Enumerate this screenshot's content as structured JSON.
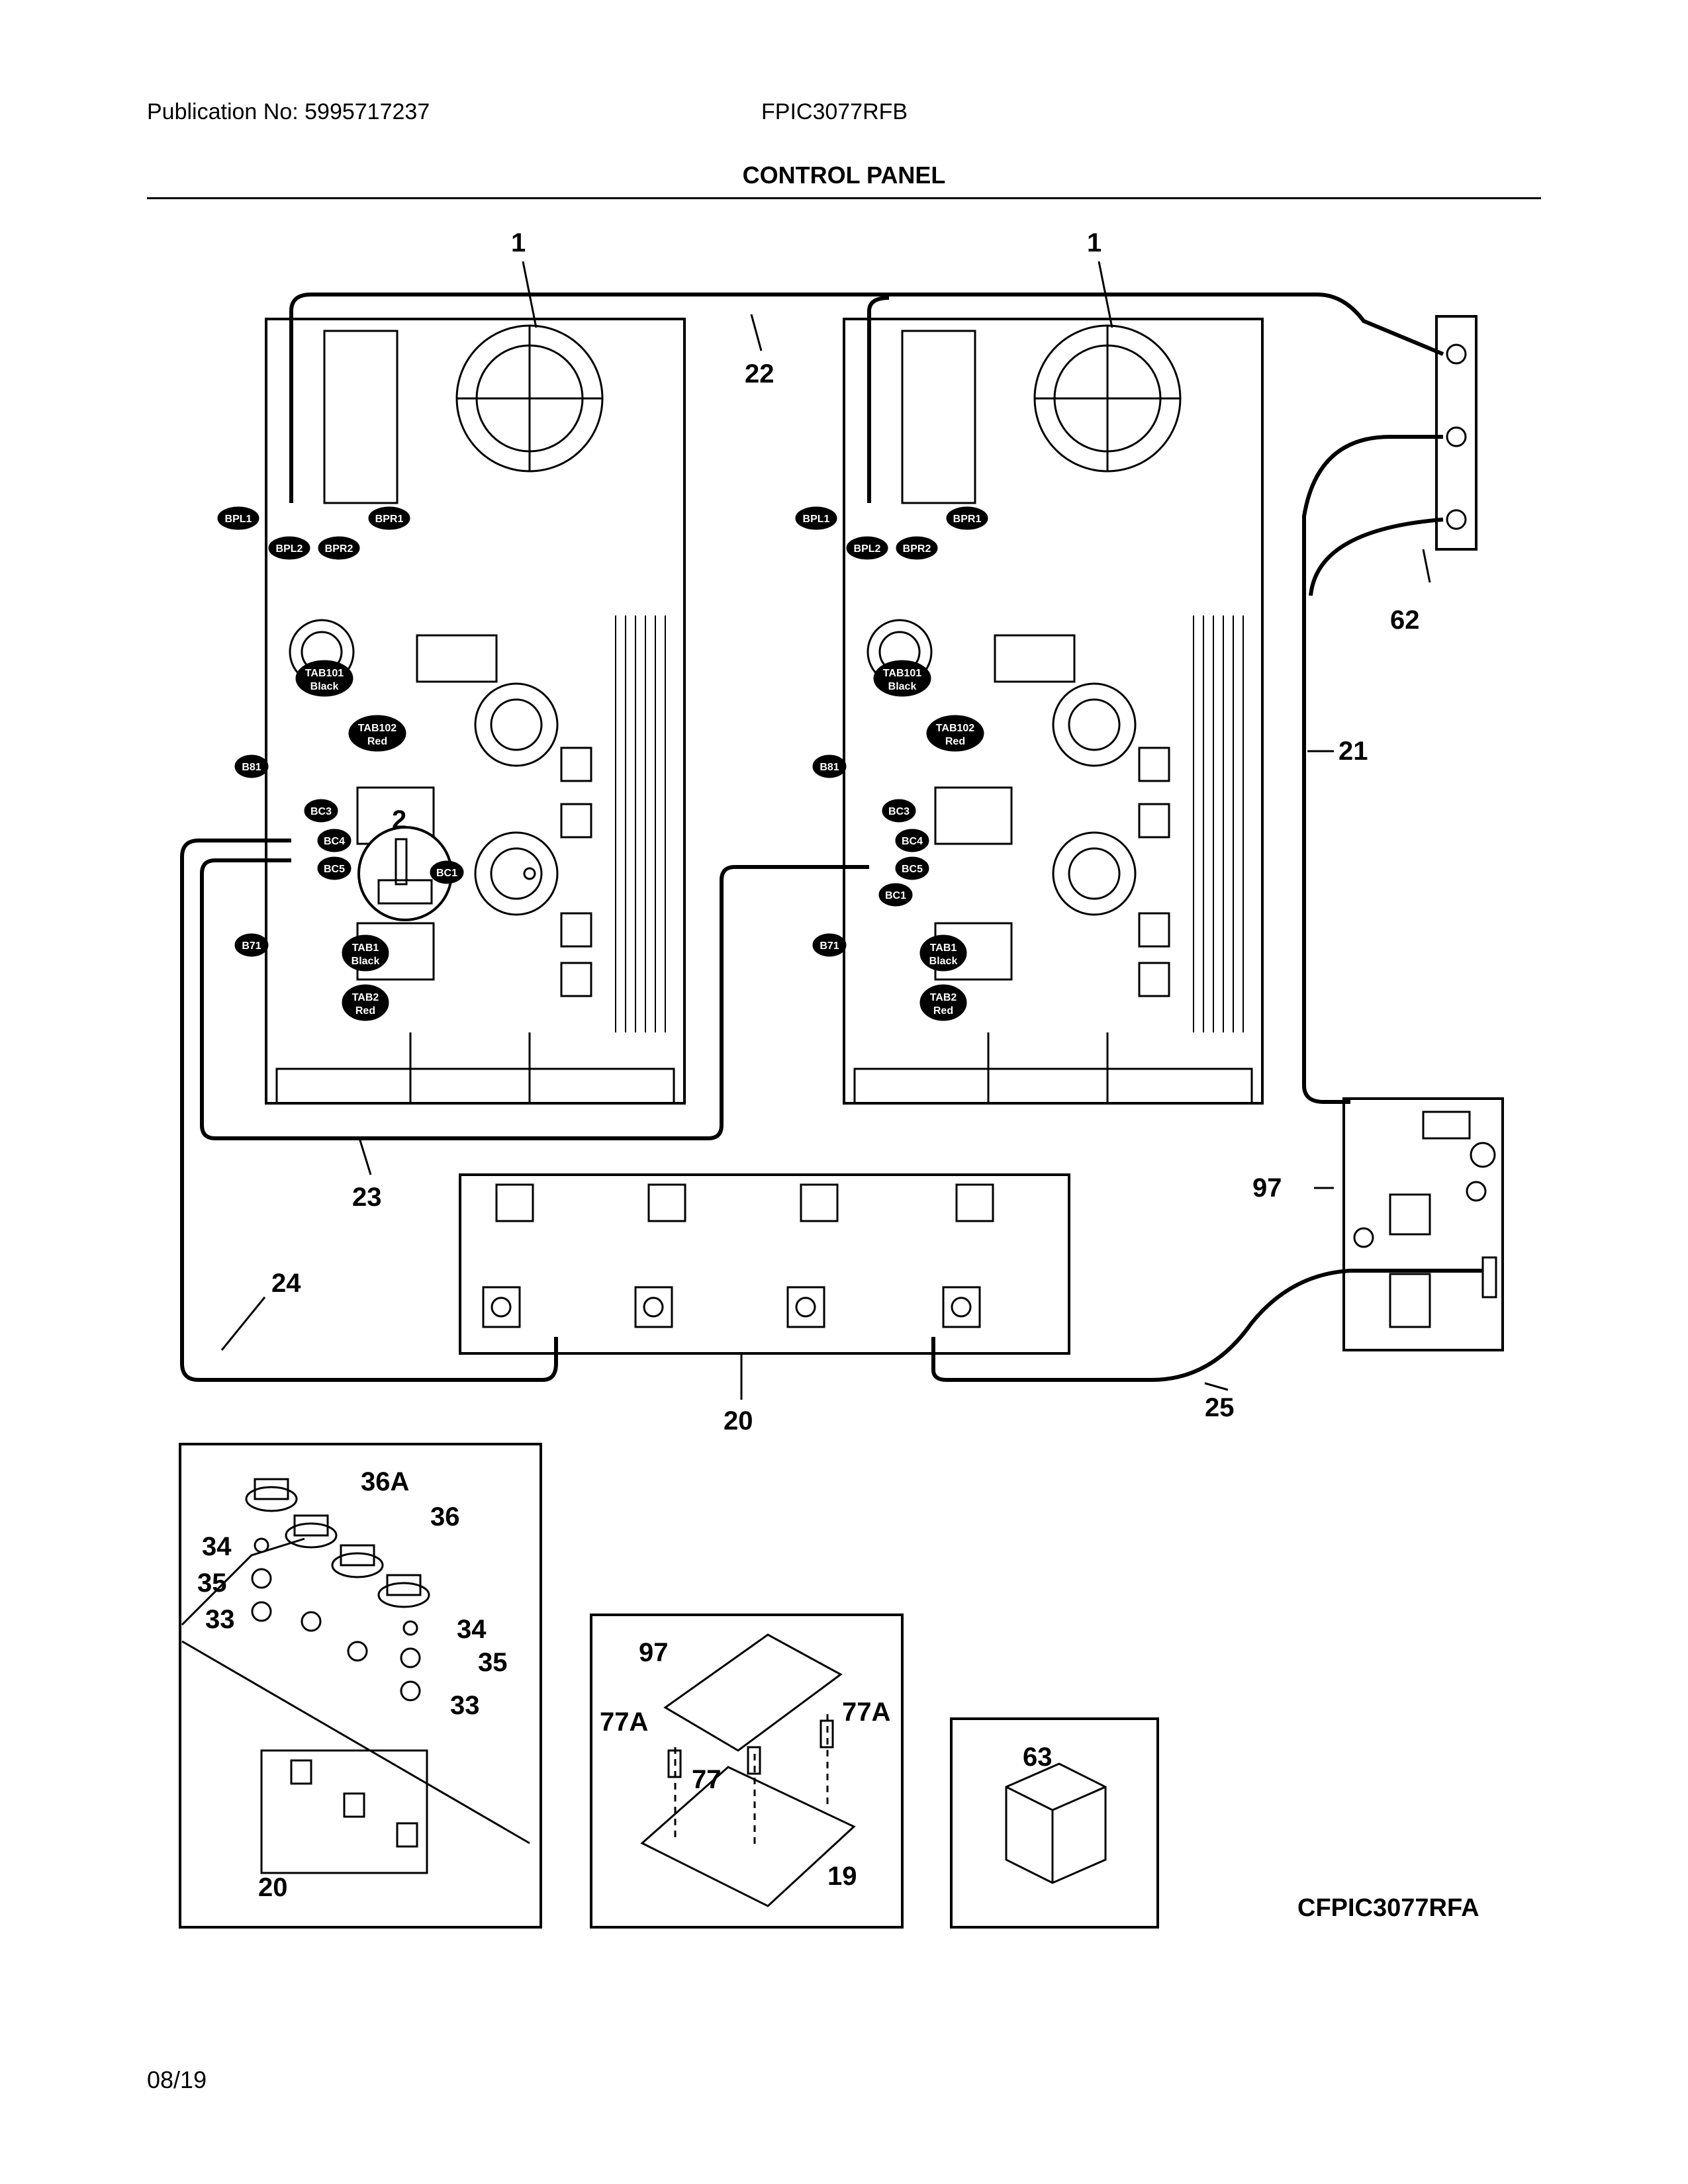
{
  "header": {
    "publication": "Publication No: 5995717237",
    "model": "FPIC3077RFB",
    "section_title": "CONTROL PANEL"
  },
  "footer": {
    "date": "08/19",
    "diagram_code": "CFPIC3077RFA"
  },
  "callouts": {
    "board_left": "1",
    "board_right": "1",
    "harness_top": "22",
    "filter_bank": "62",
    "harness_right": "21",
    "interface_board": "97",
    "harness_23": "23",
    "harness_24": "24",
    "harness_25": "25",
    "control_board": "20",
    "inset_c2": "2",
    "knob_36a": "36A",
    "knob_36": "36",
    "part_34_a": "34",
    "part_35_a": "35",
    "part_33_a": "33",
    "part_34_b": "34",
    "part_35_b": "35",
    "part_33_b": "33",
    "inset_20": "20",
    "inset_97": "97",
    "standoff_77a_l": "77A",
    "standoff_77a_r": "77A",
    "standoff_77": "77",
    "bracket_19": "19",
    "ferrite_63": "63"
  },
  "connector_tags": {
    "bpl1": "BPL1",
    "bpl2": "BPL2",
    "bpr1": "BPR1",
    "bpr2": "BPR2",
    "tab101": "TAB101",
    "tab101_color": "Black",
    "tab102": "TAB102",
    "tab102_color": "Red",
    "b81": "B81",
    "bc3": "BC3",
    "bc4": "BC4",
    "bc5": "BC5",
    "bc1": "BC1",
    "b71": "B71",
    "tab1": "TAB1",
    "tab1_color": "Black",
    "tab2": "TAB2",
    "tab2_color": "Red"
  },
  "colors": {
    "line": "#000000",
    "tag_fill": "#000000",
    "paper": "#ffffff"
  }
}
